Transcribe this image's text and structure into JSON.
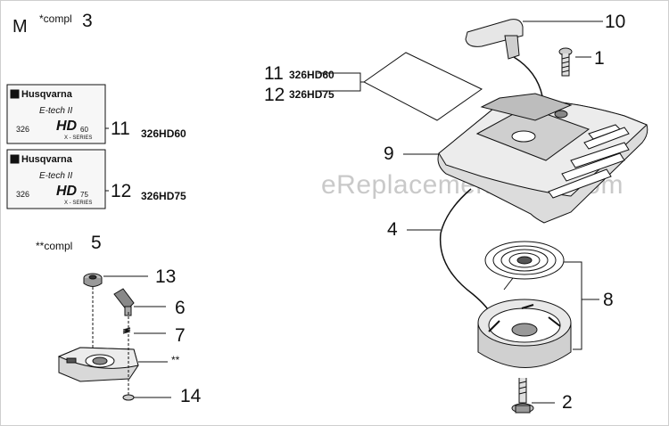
{
  "section": {
    "letter": "M",
    "compl_label": "*compl",
    "compl_number": "3"
  },
  "kit": {
    "compl_label": "**compl",
    "number": "5",
    "asterisks": "**"
  },
  "decals": [
    {
      "number": "11",
      "model": "326HD60",
      "brand": "Husqvarna",
      "engine": "E-tech II",
      "code": "326",
      "badge": "HD",
      "badge_sub": "60",
      "series": "X - SERIES"
    },
    {
      "number": "12",
      "model": "326HD75",
      "brand": "Husqvarna",
      "engine": "E-tech II",
      "code": "326",
      "badge": "HD",
      "badge_sub": "75",
      "series": "X - SERIES"
    }
  ],
  "callouts": {
    "p1": "1",
    "p2": "2",
    "p4": "4",
    "p6": "6",
    "p7": "7",
    "p8": "8",
    "p9": "9",
    "p10": "10",
    "p11": "11",
    "p12": "12",
    "p13": "13",
    "p14": "14",
    "p11_model": "326HD60",
    "p12_model": "326HD75"
  },
  "watermark": "eReplacementParts.com",
  "colors": {
    "line": "#111111",
    "shade": "#d6d6d6",
    "dark": "#7a7a7a",
    "watermark": "#c9c9c9"
  }
}
